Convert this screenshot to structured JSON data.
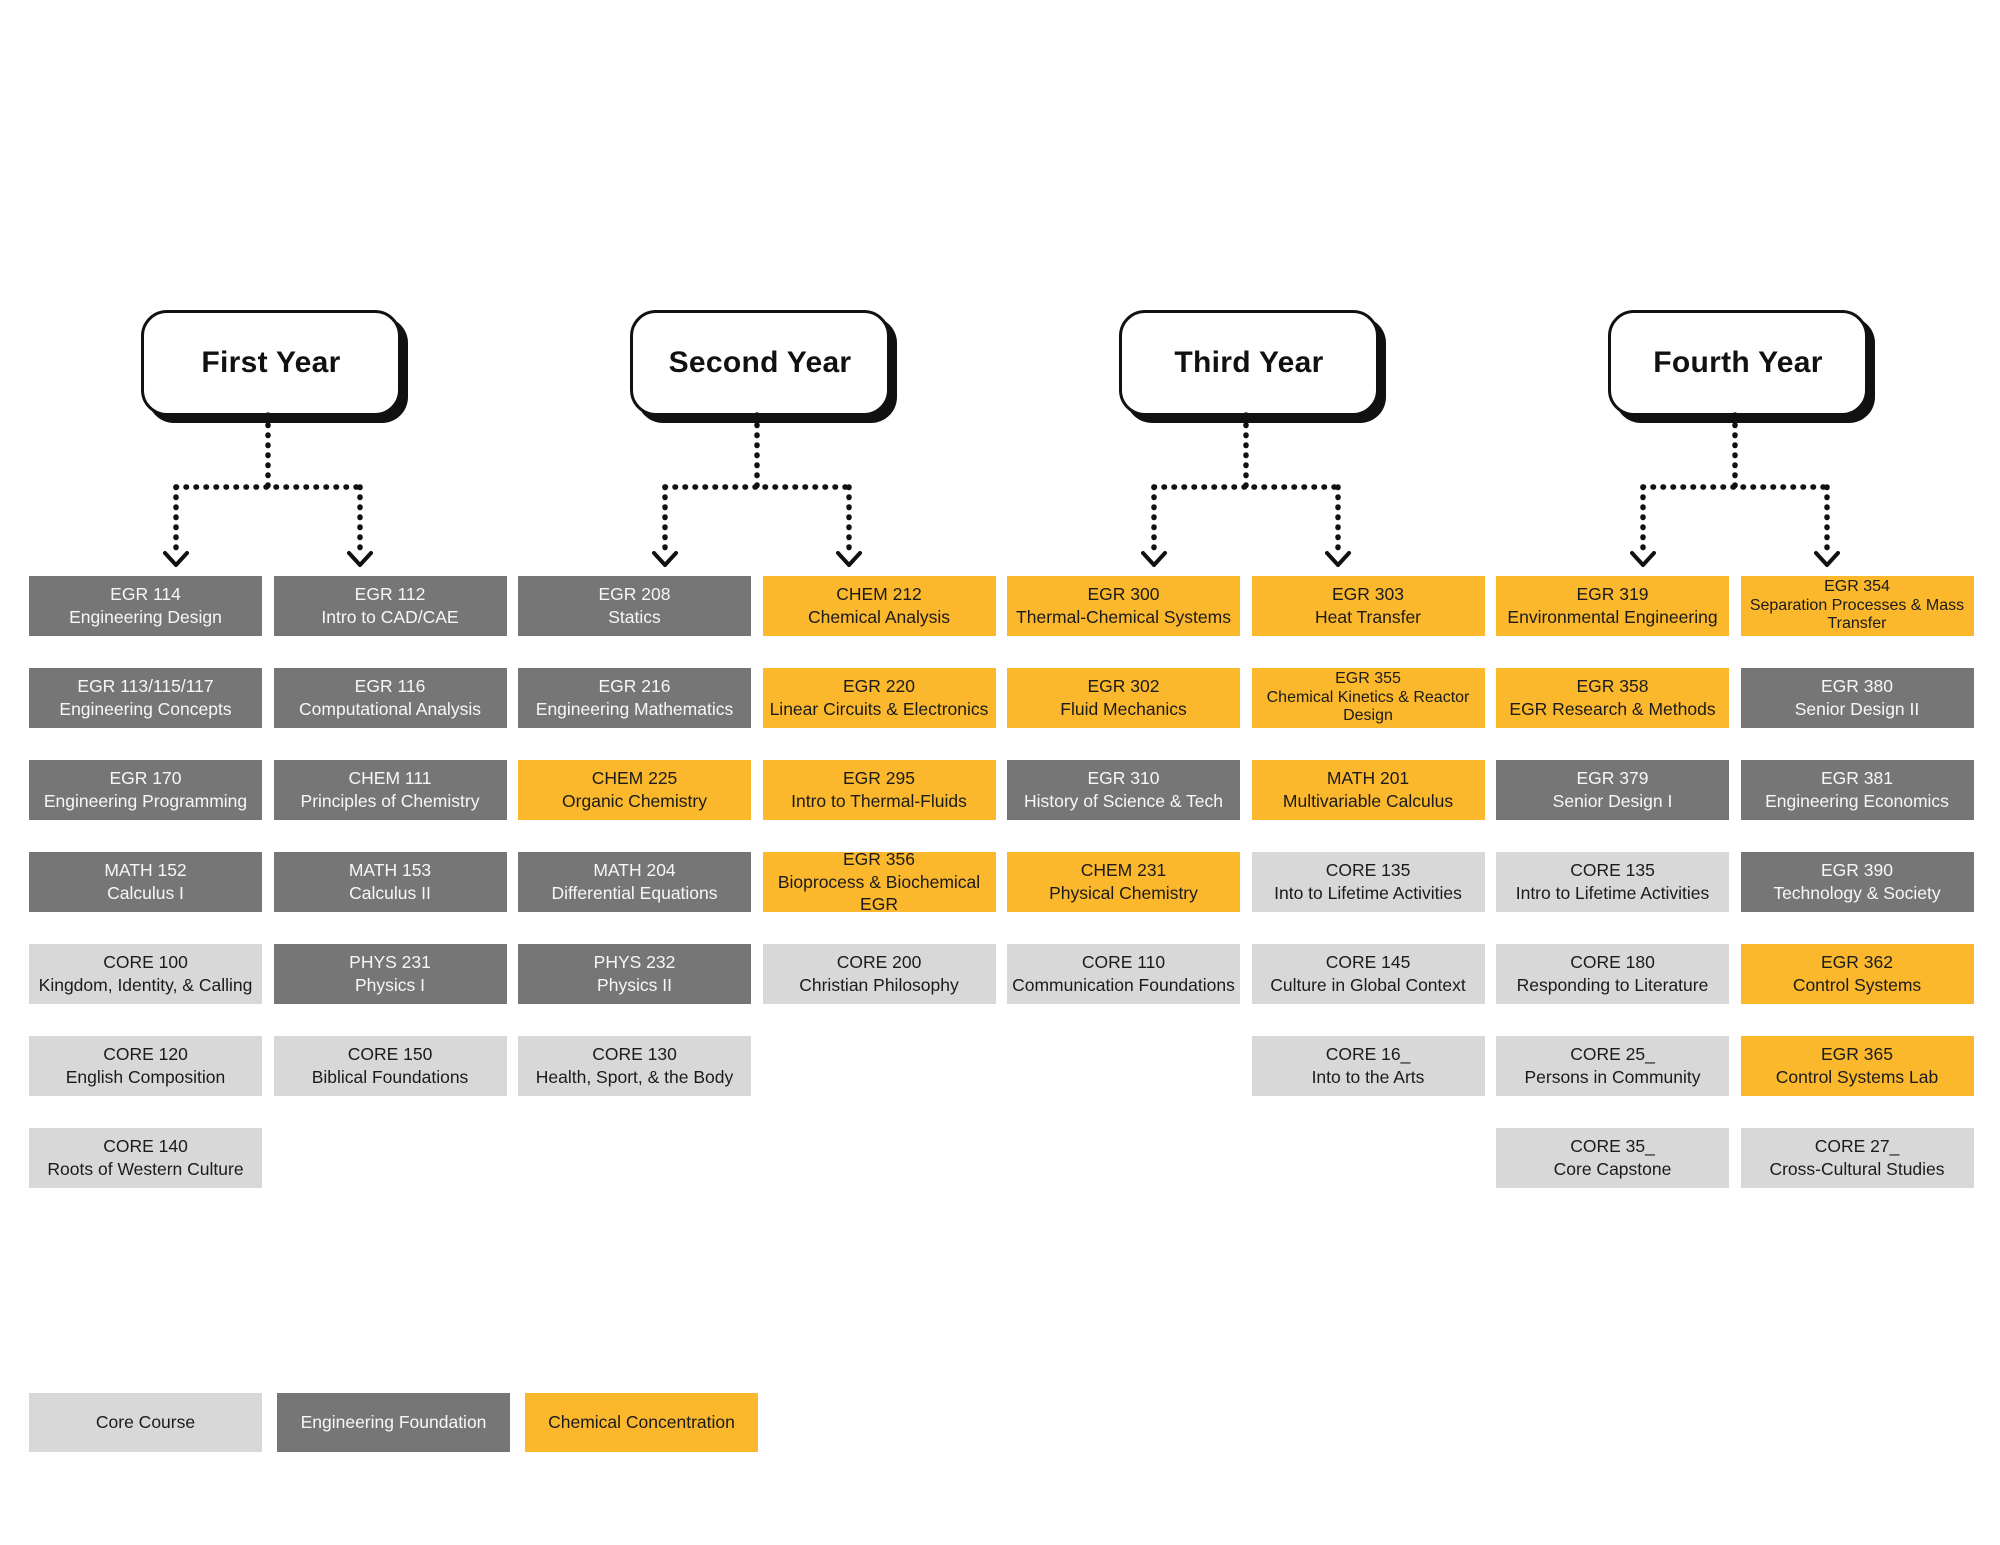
{
  "colors": {
    "core_course": "#D8D8D8",
    "engineering_foundation": "#767676",
    "chemical_concentration": "#FBB82D",
    "line": "#111111",
    "background": "#FFFFFF"
  },
  "years": [
    {
      "label": "First Year"
    },
    {
      "label": "Second Year"
    },
    {
      "label": "Third Year"
    },
    {
      "label": "Fourth Year"
    }
  ],
  "columns": [
    {
      "cells": [
        {
          "code": "EGR 114",
          "name": "Engineering Design",
          "type": "foundation"
        },
        {
          "code": "EGR 113/115/117",
          "name": "Engineering Concepts",
          "type": "foundation"
        },
        {
          "code": "EGR 170",
          "name": "Engineering Programming",
          "type": "foundation"
        },
        {
          "code": "MATH 152",
          "name": "Calculus I",
          "type": "foundation"
        },
        {
          "code": "CORE 100",
          "name": "Kingdom, Identity, & Calling",
          "type": "core"
        },
        {
          "code": "CORE 120",
          "name": "English Composition",
          "type": "core"
        },
        {
          "code": "CORE 140",
          "name": "Roots of Western Culture",
          "type": "core"
        }
      ]
    },
    {
      "cells": [
        {
          "code": "EGR 112",
          "name": "Intro to CAD/CAE",
          "type": "foundation"
        },
        {
          "code": "EGR 116",
          "name": "Computational Analysis",
          "type": "foundation"
        },
        {
          "code": "CHEM 111",
          "name": "Principles of Chemistry",
          "type": "foundation"
        },
        {
          "code": "MATH 153",
          "name": "Calculus II",
          "type": "foundation"
        },
        {
          "code": "PHYS 231",
          "name": "Physics I",
          "type": "foundation"
        },
        {
          "code": "CORE 150",
          "name": "Biblical Foundations",
          "type": "core"
        }
      ]
    },
    {
      "cells": [
        {
          "code": "EGR 208",
          "name": "Statics",
          "type": "foundation"
        },
        {
          "code": "EGR 216",
          "name": "Engineering Mathematics",
          "type": "foundation"
        },
        {
          "code": "CHEM 225",
          "name": "Organic Chemistry",
          "type": "concentration"
        },
        {
          "code": "MATH 204",
          "name": "Differential Equations",
          "type": "foundation"
        },
        {
          "code": "PHYS 232",
          "name": "Physics II",
          "type": "foundation"
        },
        {
          "code": "CORE 130",
          "name": "Health, Sport, & the Body",
          "type": "core"
        }
      ]
    },
    {
      "cells": [
        {
          "code": "CHEM 212",
          "name": "Chemical Analysis",
          "type": "concentration"
        },
        {
          "code": "EGR 220",
          "name": "Linear Circuits & Electronics",
          "type": "concentration"
        },
        {
          "code": "EGR 295",
          "name": "Intro to Thermal-Fluids",
          "type": "concentration"
        },
        {
          "code": "EGR 356",
          "name": "Bioprocess & Biochemical EGR",
          "type": "concentration"
        },
        {
          "code": "CORE 200",
          "name": "Christian Philosophy",
          "type": "core"
        }
      ]
    },
    {
      "cells": [
        {
          "code": "EGR 300",
          "name": "Thermal-Chemical Systems",
          "type": "concentration"
        },
        {
          "code": "EGR 302",
          "name": "Fluid Mechanics",
          "type": "concentration"
        },
        {
          "code": "EGR 310",
          "name": "History of Science & Tech",
          "type": "foundation"
        },
        {
          "code": "CHEM 231",
          "name": "Physical Chemistry",
          "type": "concentration"
        },
        {
          "code": "CORE 110",
          "name": "Communication Foundations",
          "type": "core"
        }
      ]
    },
    {
      "cells": [
        {
          "code": "EGR 303",
          "name": "Heat Transfer",
          "type": "concentration"
        },
        {
          "code": "EGR 355",
          "name": "Chemical Kinetics & Reactor Design",
          "type": "concentration"
        },
        {
          "code": "MATH 201",
          "name": "Multivariable Calculus",
          "type": "concentration"
        },
        {
          "code": "CORE 135",
          "name": "Into to Lifetime Activities",
          "type": "core"
        },
        {
          "code": "CORE 145",
          "name": "Culture in Global Context",
          "type": "core"
        },
        {
          "code": "CORE 16_",
          "name": "Into to the Arts",
          "type": "core"
        }
      ]
    },
    {
      "cells": [
        {
          "code": "EGR 319",
          "name": "Environmental Engineering",
          "type": "concentration"
        },
        {
          "code": "EGR 358",
          "name": "EGR Research & Methods",
          "type": "concentration"
        },
        {
          "code": "EGR 379",
          "name": "Senior Design I",
          "type": "foundation"
        },
        {
          "code": "CORE 135",
          "name": "Intro to Lifetime Activities",
          "type": "core"
        },
        {
          "code": "CORE 180",
          "name": "Responding to Literature",
          "type": "core"
        },
        {
          "code": "CORE 25_",
          "name": "Persons in Community",
          "type": "core"
        },
        {
          "code": "CORE 35_",
          "name": "Core Capstone",
          "type": "core"
        }
      ]
    },
    {
      "cells": [
        {
          "code": "EGR 354",
          "name": "Separation Processes & Mass Transfer",
          "type": "concentration"
        },
        {
          "code": "EGR 380",
          "name": "Senior Design II",
          "type": "foundation"
        },
        {
          "code": "EGR 381",
          "name": "Engineering Economics",
          "type": "foundation"
        },
        {
          "code": "EGR 390",
          "name": "Technology & Society",
          "type": "foundation"
        },
        {
          "code": "EGR 362",
          "name": "Control Systems",
          "type": "concentration"
        },
        {
          "code": "EGR 365",
          "name": "Control Systems Lab",
          "type": "concentration"
        },
        {
          "code": "CORE 27_",
          "name": "Cross-Cultural Studies",
          "type": "core"
        }
      ]
    }
  ],
  "legend": {
    "items": [
      {
        "label": "Core Course",
        "type": "core"
      },
      {
        "label": "Engineering Foundation",
        "type": "foundation"
      },
      {
        "label": "Chemical Concentration",
        "type": "concentration"
      }
    ]
  }
}
